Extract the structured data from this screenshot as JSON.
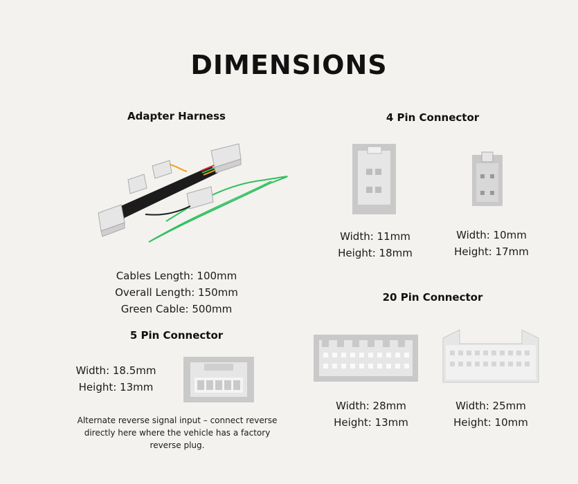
{
  "title": "DIMENSIONS",
  "adapter": {
    "heading": "Adapter Harness",
    "specs": [
      "Cables Length: 100mm",
      "Overall Length: 150mm",
      "Green Cable: 500mm"
    ]
  },
  "four_pin": {
    "heading": "4 Pin Connector",
    "left": {
      "width": "Width: 11mm",
      "height": "Height: 18mm"
    },
    "right": {
      "width": "Width: 10mm",
      "height": "Height: 17mm"
    }
  },
  "five_pin": {
    "heading": "5 Pin Connector",
    "width": "Width: 18.5mm",
    "height": "Height: 13mm",
    "note": "Alternate reverse signal input – connect reverse directly here where the vehicle has a factory reverse plug."
  },
  "twenty_pin": {
    "heading": "20 Pin Connector",
    "left": {
      "width": "Width: 28mm",
      "height": "Height: 13mm"
    },
    "right": {
      "width": "Width: 25mm",
      "height": "Height: 10mm"
    }
  },
  "colors": {
    "background": "#f3f2ee",
    "connector_gray": "#c9c9c9",
    "connector_light": "#e6e6e6",
    "green_cable": "#2fbf5f"
  }
}
